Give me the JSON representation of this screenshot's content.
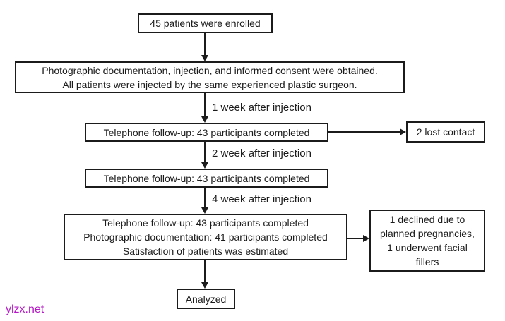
{
  "colors": {
    "line": "#1b1b1b",
    "text": "#1b1b1b",
    "box_background": "#ffffff",
    "page_background": "#ffffff",
    "watermark": "#b817c9"
  },
  "flowchart": {
    "enrolled": {
      "text": "45 patients were enrolled"
    },
    "consent": {
      "line1": "Photographic documentation, injection, and informed consent were obtained.",
      "line2": "All patients were injected by the same experienced plastic surgeon."
    },
    "arrow_labels": {
      "week1": "1 week after injection",
      "week2": "2 week after injection",
      "week4": "4 week after injection"
    },
    "followup_week1": {
      "text": "Telephone follow-up: 43 participants completed"
    },
    "lost_contact": {
      "text": "2 lost contact"
    },
    "followup_week2": {
      "text": "Telephone follow-up: 43 participants completed"
    },
    "final_followup": {
      "line1": "Telephone follow-up: 43 participants completed",
      "line2": "Photographic documentation: 41 participants completed",
      "line3": "Satisfaction of patients was estimated"
    },
    "exclusions": {
      "line1": "1 declined due to",
      "line2": "planned pregnancies,",
      "line3": "1 underwent facial",
      "line4": "fillers"
    },
    "analyzed": {
      "text": "Analyzed"
    }
  },
  "watermark": {
    "text": "ylzx.net"
  }
}
